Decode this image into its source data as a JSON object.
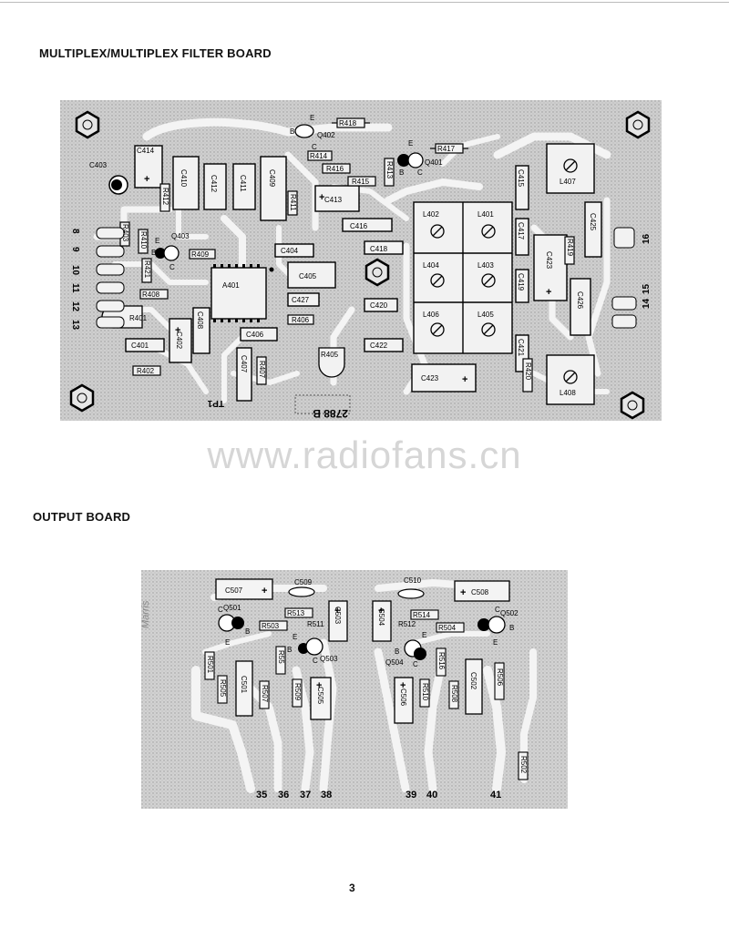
{
  "headings": {
    "multiplex": "MULTIPLEX/MULTIPLEX FILTER BOARD",
    "output": "OUTPUT BOARD"
  },
  "watermark": "www.radiofans.cn",
  "page_number": "3",
  "multiplex_board": {
    "labels": {
      "q402": "Q402",
      "q401": "Q401",
      "q403": "Q403",
      "e": "E",
      "b": "B",
      "c": "C",
      "c403": "C403",
      "c414": "C414",
      "c410": "C410",
      "c412": "C412",
      "c411": "C411",
      "c409": "C409",
      "c413": "C413",
      "c416": "C416",
      "c418": "C418",
      "c415": "C415",
      "c417": "C417",
      "c419": "C419",
      "c423a": "C423",
      "c425": "C425",
      "c426": "C426",
      "c404": "C404",
      "c405": "C405",
      "c427": "C427",
      "c420": "C420",
      "c422": "C422",
      "c423b": "C423",
      "c421": "C421",
      "c401": "C401",
      "c402": "C402",
      "c408": "C408",
      "c406": "C406",
      "c407": "C407",
      "r418": "R418",
      "r414": "R414",
      "r416": "R416",
      "r415": "R415",
      "r417": "R417",
      "r413": "R413",
      "r412": "R412",
      "r411": "R411",
      "r403": "R403",
      "r410": "R410",
      "r409": "R409",
      "r421": "R421",
      "r408": "R408",
      "r401": "R401",
      "r402": "R402",
      "r406": "R406",
      "r405": "R405",
      "r407": "R407",
      "r419": "R419",
      "r420": "R420",
      "l402": "L402",
      "l401": "L401",
      "l404": "L404",
      "l403": "L403",
      "l406": "L406",
      "l405": "L405",
      "l407": "L407",
      "l408": "L408",
      "a401": "A401",
      "tp1": "TP1",
      "board_no": "2788 B",
      "t8": "8",
      "t9": "9",
      "t10": "10",
      "t11": "11",
      "t12": "12",
      "t13": "13",
      "t14": "14",
      "t15": "15",
      "t16": "16",
      "plus": "+"
    }
  },
  "output_board": {
    "labels": {
      "c507": "C507",
      "c509": "C509",
      "c510": "C510",
      "c508": "C508",
      "q501": "Q501",
      "q502": "Q502",
      "q503": "Q503",
      "q504": "Q504",
      "r513": "R513",
      "r503": "R503",
      "r511": "R511",
      "r514": "R514",
      "r504": "R504",
      "r512": "R512",
      "c503": "C503",
      "c504": "C504",
      "r501": "R501",
      "r505": "R505",
      "c501": "C501",
      "r55": "R55",
      "r507": "R507",
      "r509": "R509",
      "c505": "C505",
      "c506": "C506",
      "r510": "R510",
      "r516": "R516",
      "r508": "R508",
      "c502": "C502",
      "r506": "R506",
      "r502": "R502",
      "e": "E",
      "b": "B",
      "c": "C",
      "t35": "35",
      "t36": "36",
      "t37": "37",
      "t38": "38",
      "t39": "39",
      "t40": "40",
      "t41": "41",
      "plus": "+",
      "stamp": "Marris"
    }
  }
}
